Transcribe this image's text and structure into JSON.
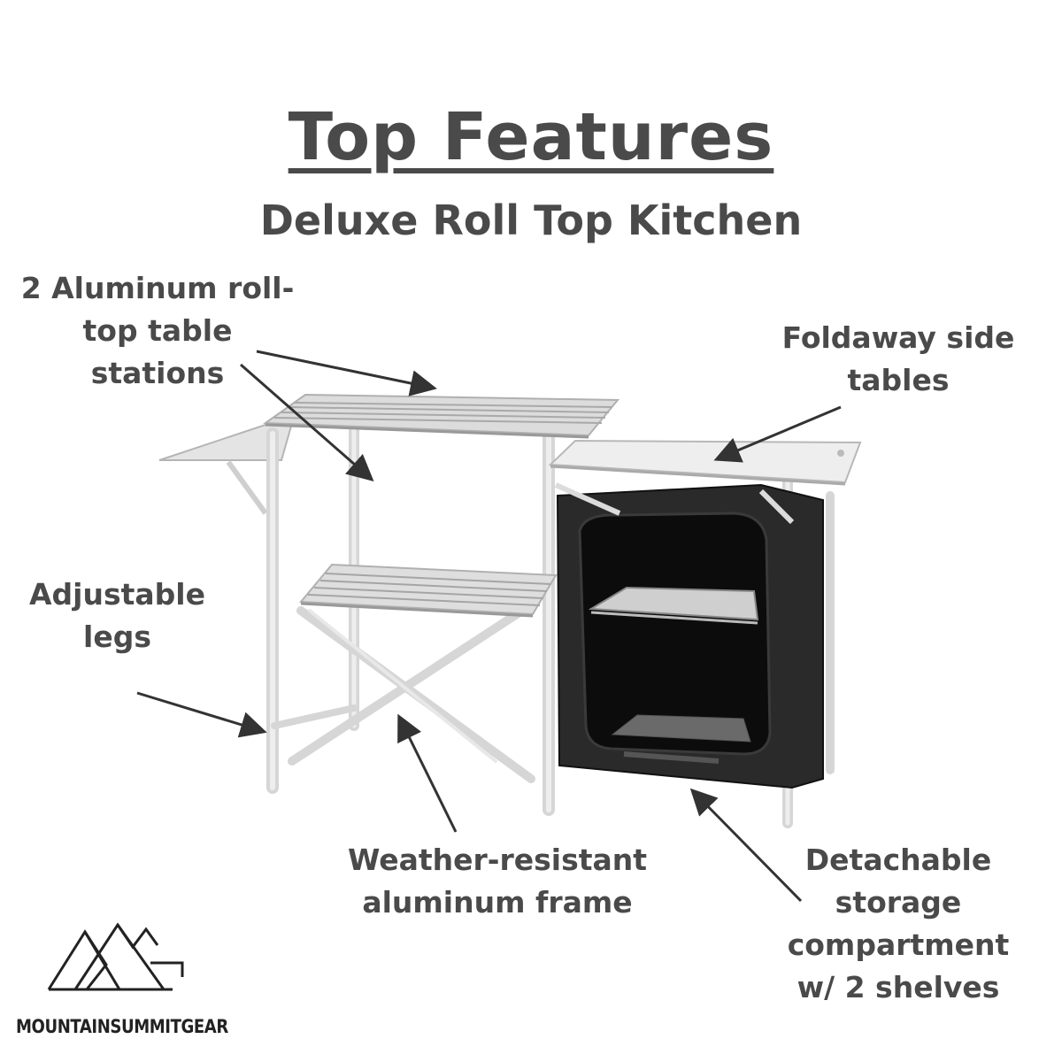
{
  "title": "Top Features",
  "subtitle": "Deluxe Roll Top Kitchen",
  "callouts": {
    "stations": "2 Aluminum roll-\ntop table\nstations",
    "foldaway": "Foldaway side\ntables",
    "legs": "Adjustable\nlegs",
    "frame": "Weather-resistant\naluminum frame",
    "storage": "Detachable\nstorage\ncompartment\nw/ 2 shelves"
  },
  "brand": {
    "name": "MOUNTAINSUMMITGEAR",
    "logo_icon": "mountain-peaks-outline"
  },
  "colors": {
    "text": "#4a4a4a",
    "frame": "#d8d8d8",
    "cabinet": "#1e1e1e"
  }
}
